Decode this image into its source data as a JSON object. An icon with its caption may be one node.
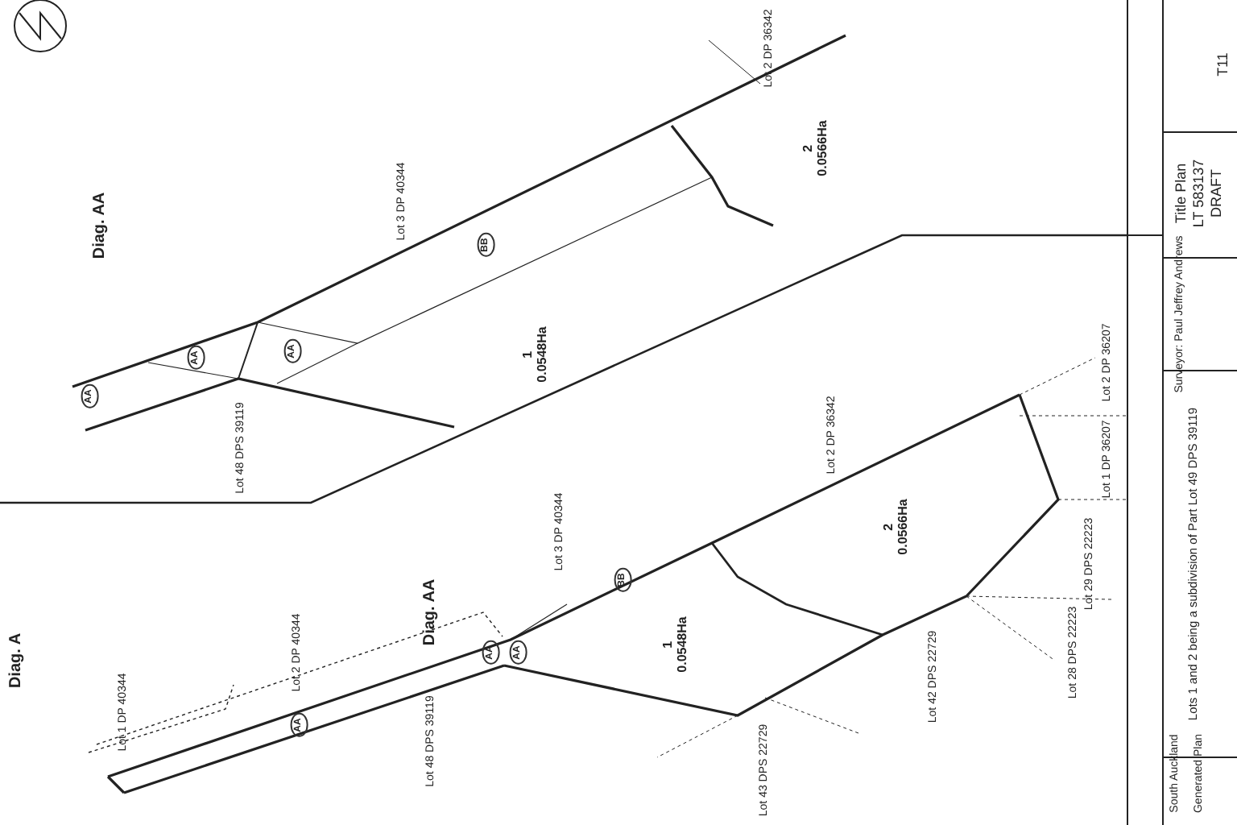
{
  "diagram": {
    "nodes": [
      {
        "text": [
          "1",
          "0.0548Ha"
        ]
      },
      {
        "text": [
          "2",
          "0.0566Ha"
        ]
      },
      {
        "text": [
          "1",
          "0.0548Ha"
        ]
      },
      {
        "text": [
          "2",
          "0.0566Ha"
        ]
      }
    ],
    "labels": [
      "Diag. AA",
      "Lot 3 DP 40344",
      "AA",
      "AA",
      "AA",
      "BB",
      "Lot 48 DPS 39119",
      "Lot 2 DP 36342",
      "Diag. A",
      "Lot 1 DP 40344",
      "Lot 2 DP 40344",
      "Diag. AA",
      "AA",
      "AA",
      "AA",
      "BB",
      "Lot 48 DPS 39119",
      "Lot 3 DP 40344",
      "Lot 2 DP 36342",
      "Lot 2 DP 36207",
      "Lot 1 DP 36207",
      "Lot 29 DPS 22223",
      "Lot 42 DPS 22729",
      "Lot 28 DPS 22223",
      "Lot 43 DPS 22729",
      "T11",
      "Title Plan",
      "LT 583137",
      "DRAFT",
      "Surveyor: Paul Jeffrey Andrews",
      "Lots 1 and 2 being a subdivision of Part Lot 49 DPS 39119",
      "South Auckland",
      "Generated Plan"
    ]
  }
}
